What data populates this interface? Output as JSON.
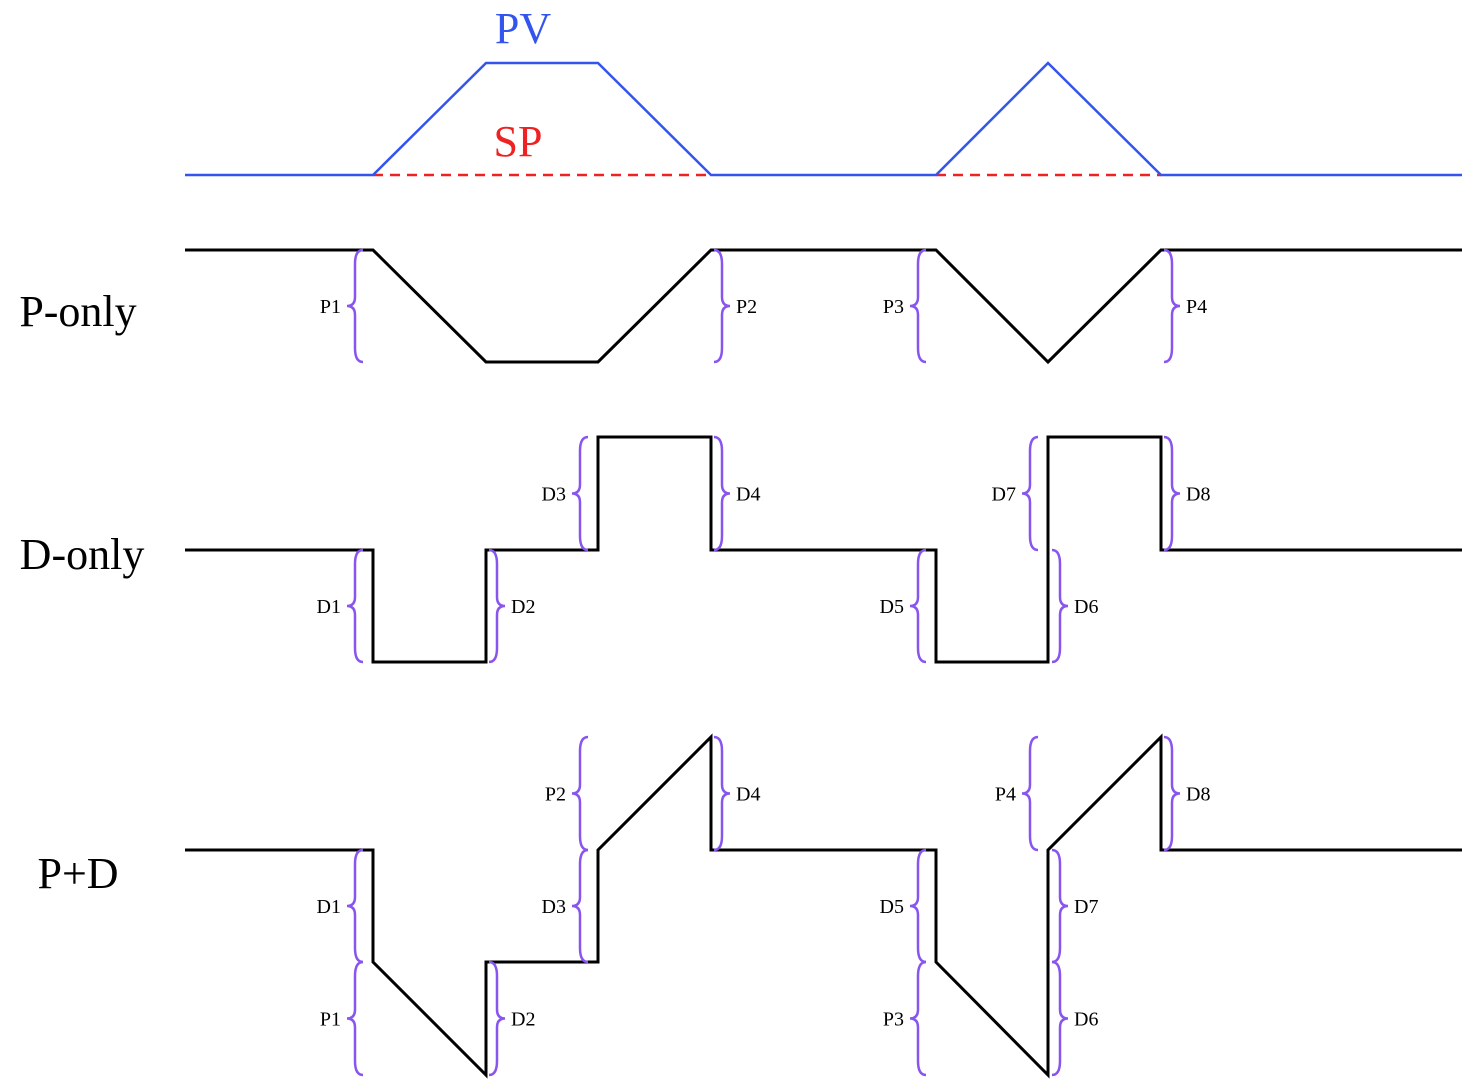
{
  "title_labels": {
    "pv": "PV",
    "sp": "SP"
  },
  "row_labels": {
    "p_only": "P-only",
    "d_only": "D-only",
    "p_plus_d": "P+D"
  },
  "brace_labels": {
    "p_only": [
      "P1",
      "P2",
      "P3",
      "P4"
    ],
    "d_only": [
      "D1",
      "D2",
      "D3",
      "D4",
      "D5",
      "D6",
      "D7",
      "D8"
    ],
    "p_plus_d": [
      "D1",
      "P1",
      "D2",
      "P2",
      "D3",
      "D4",
      "D5",
      "P3",
      "D6",
      "P4",
      "D7",
      "D8"
    ]
  },
  "colors": {
    "pv": "#3355ee",
    "sp": "#ee2222",
    "signal": "#000000",
    "brace": "#8855ee"
  }
}
